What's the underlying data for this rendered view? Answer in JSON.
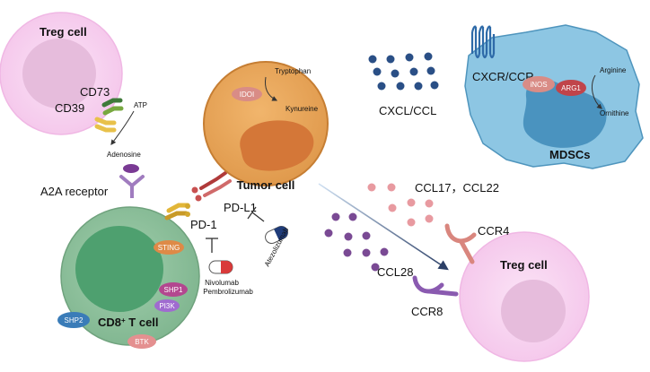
{
  "cells": {
    "treg_top": "Treg cell",
    "treg_bottom": "Treg cell",
    "tumor": "Tumor cell",
    "cd8_main": "CD8",
    "cd8_sup": "+",
    "cd8_tail": " T cell",
    "mdsc": "MDSCs"
  },
  "treg_top_labels": {
    "cd73": "CD73",
    "cd39": "CD39",
    "atp": "ATP",
    "adenosine": "Adenosine"
  },
  "receptors": {
    "a2a": "A2A receptor",
    "pd1": "PD-1",
    "pdl1": "PD-L1",
    "cxcr_ccr": "CXCR/CCR",
    "ccr4": "CCR4",
    "ccr8": "CCR8"
  },
  "chemokines": {
    "cxcl_ccl": "CXCL/CCL",
    "ccl17_ccl22": "CCL17，CCL22",
    "ccl28": "CCL28"
  },
  "tumor_labels": {
    "tryptophan": "Tryptophan",
    "ido": "IDOI",
    "kynureine": "Kynureine"
  },
  "mdsc_labels": {
    "inos": "iNOS",
    "arg1": "ARG1",
    "arginine": "Arginine",
    "ornithine": "Ornithine"
  },
  "cd8_labels": {
    "sting": "STING",
    "shp1": "SHP1",
    "pi3k": "PI3K",
    "shp2": "SHP2",
    "btk": "BTK"
  },
  "drugs": {
    "nivolumab": "Nivolumab",
    "pembrolizumab": "Pembrolizumab",
    "atezolizumab": "Atezolizumab"
  },
  "colors": {
    "treg_fill": "#f7d3f0",
    "treg_nucleus": "#e3b6d8",
    "tumor_fill": "#e8a35a",
    "tumor_nucleus": "#d0783c",
    "cd8_fill": "#8cbf9a",
    "cd8_nucleus": "#4fa070",
    "mdsc_fill": "#8dc6e3",
    "mdsc_nucleus": "#4a93bf",
    "blue_dot": "#2a4f86",
    "pink_dot": "#e89aa0",
    "purple_dot": "#7a4a94"
  }
}
